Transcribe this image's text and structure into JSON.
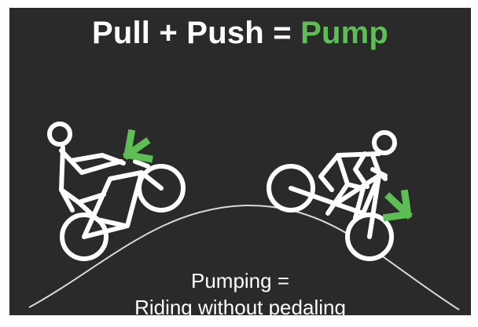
{
  "title": {
    "part1": "Pull + Push = ",
    "accent": "Pump"
  },
  "caption": {
    "line1": "Pumping =",
    "line2": "Riding without pedaling"
  },
  "colors": {
    "background": "#2a2a2b",
    "foreground": "#ffffff",
    "accent": "#5cbe53",
    "hill": "#d9d9d9"
  },
  "icons": {
    "left_rider": "rider-pulling-bike-up-icon",
    "left_arrow": "arrow-up-left-icon",
    "right_rider": "rider-pushing-bike-down-icon",
    "right_arrow": "arrow-down-right-icon"
  }
}
